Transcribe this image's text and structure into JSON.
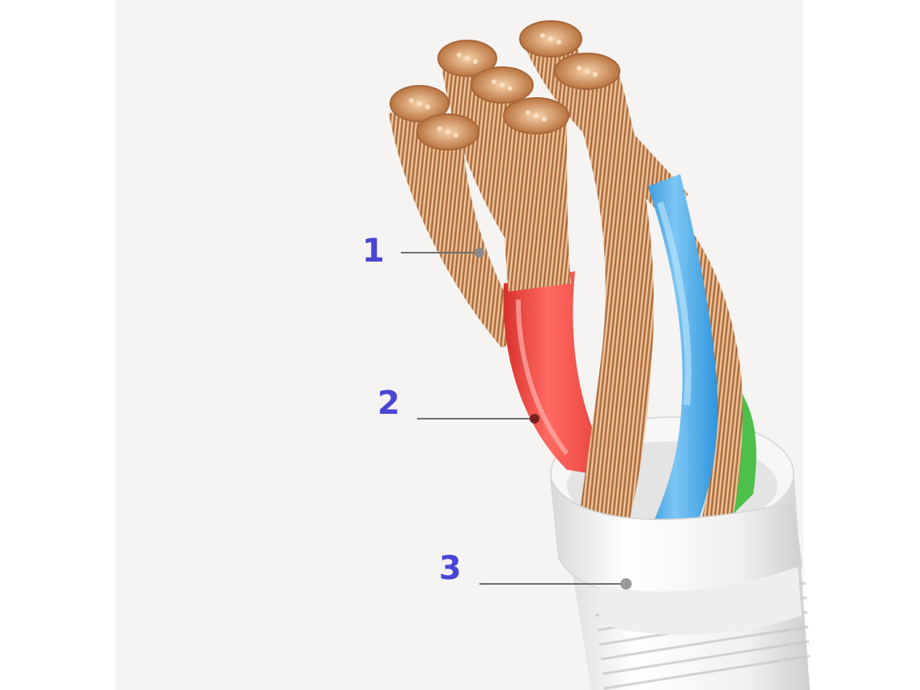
{
  "colors": {
    "background": "#f5f4f2",
    "label": "#4b45d6",
    "leader_line": "#6e6e6e",
    "copper": "#d99a62",
    "copper_dark": "#a8673a",
    "copper_light": "#f2c9a0",
    "red_insulation": "#f0443f",
    "blue_insulation": "#3ea6e6",
    "green_insulation": "#4cc04a",
    "white_jacket": "#f1f1f1"
  },
  "callouts": [
    {
      "id": "1",
      "label": "1",
      "target": "copper-conductor-strands"
    },
    {
      "id": "2",
      "label": "2",
      "target": "red-wire-insulation"
    },
    {
      "id": "3",
      "label": "3",
      "target": "outer-white-jacket"
    }
  ]
}
